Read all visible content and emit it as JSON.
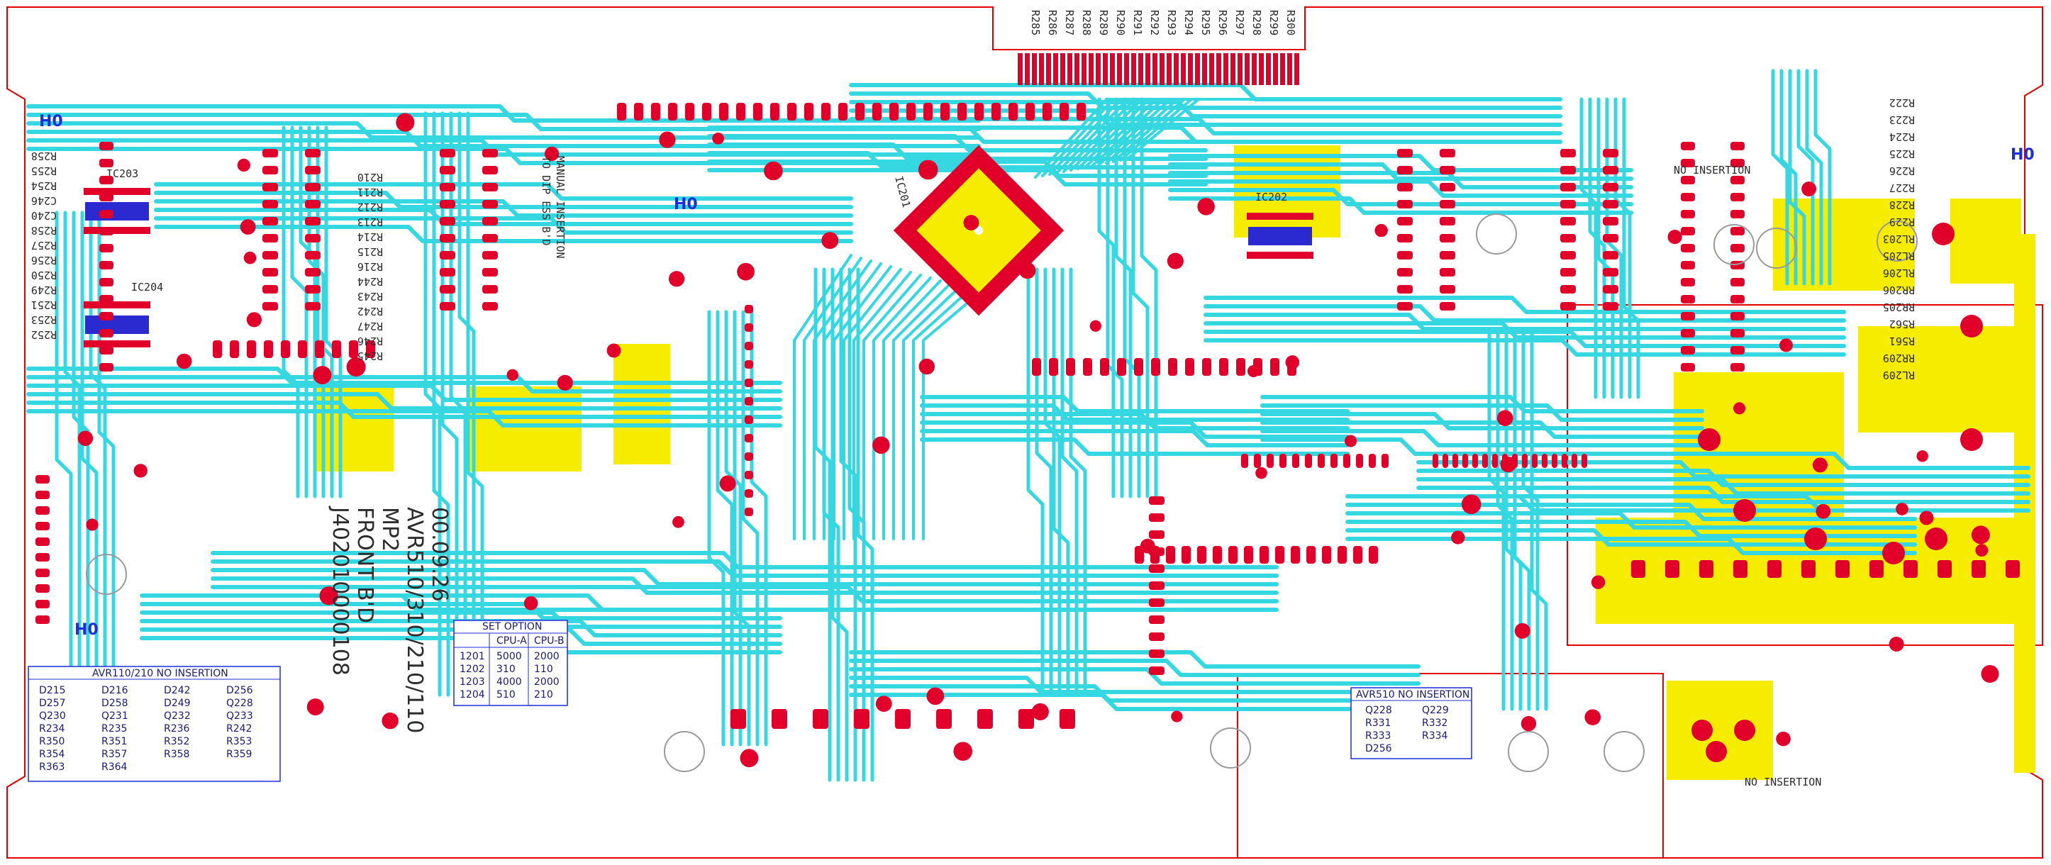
{
  "board": {
    "part_number": "J402010000108",
    "name": "FRONT B'D",
    "model": "MP2",
    "versions": "AVR510/310/210/110",
    "date": "00.09.26",
    "manual_note_1": "TO DIP ESS B'D",
    "manual_note_2": "MANUAL INSERTION",
    "ic201": "IC201",
    "ic202": "IC202",
    "ic203": "IC203",
    "ic204": "IC204",
    "h0": "H0",
    "colors": {
      "trace": "#35d7e0",
      "pad": "#e0002a",
      "copper_fill": "#f5ec00",
      "outline": "#e40000",
      "text": "#2c2c2c",
      "table": "#1c2fd6"
    }
  },
  "top_pins": [
    "R285",
    "R286",
    "R287",
    "R288",
    "R289",
    "R290",
    "R291",
    "R292",
    "R293",
    "R294",
    "R295",
    "R296",
    "R297",
    "R298",
    "R299",
    "R300"
  ],
  "left_labels": [
    "R258",
    "R255",
    "R254",
    "C246",
    "C240",
    "R258",
    "R257",
    "R256",
    "R250",
    "R249",
    "R251",
    "R253",
    "R252"
  ],
  "mid_labels": [
    "R210",
    "R211",
    "R212",
    "R213",
    "R214",
    "R215",
    "R216",
    "R244",
    "R243",
    "R242",
    "R247",
    "R246",
    "R245"
  ],
  "right_labels": [
    "R222",
    "R223",
    "R224",
    "R225",
    "R226",
    "R227",
    "R228",
    "R229",
    "RL203",
    "RL205",
    "RL206",
    "RR206",
    "RR205",
    "R562",
    "R561",
    "RR209",
    "RL209"
  ],
  "set_option": {
    "title": "SET OPTION",
    "headers": [
      "",
      "CPU-A",
      "CPU-B"
    ],
    "rows": [
      [
        "1201",
        "5000",
        "2000"
      ],
      [
        "1202",
        "310",
        "110"
      ],
      [
        "1203",
        "4000",
        "2000"
      ],
      [
        "1204",
        "510",
        "210"
      ]
    ]
  },
  "table_left": {
    "title": "AVR110/210 NO INSERTION",
    "rows": [
      [
        "D215",
        "D216",
        "D242",
        "D256"
      ],
      [
        "D257",
        "D258",
        "D249",
        "Q228"
      ],
      [
        "Q230",
        "Q231",
        "Q232",
        "Q233"
      ],
      [
        "R234",
        "R235",
        "R236",
        "R242"
      ],
      [
        "R350",
        "R351",
        "R352",
        "R353"
      ],
      [
        "R354",
        "R357",
        "R358",
        "R359"
      ],
      [
        "R363",
        "R364",
        "",
        ""
      ]
    ]
  },
  "table_right": {
    "title": "AVR510 NO INSERTION",
    "rows": [
      [
        "Q228",
        "Q229"
      ],
      [
        "R331",
        "R332"
      ],
      [
        "R333",
        "R334"
      ],
      [
        "D256",
        ""
      ]
    ]
  },
  "no_insertion": "NO INSERTION"
}
